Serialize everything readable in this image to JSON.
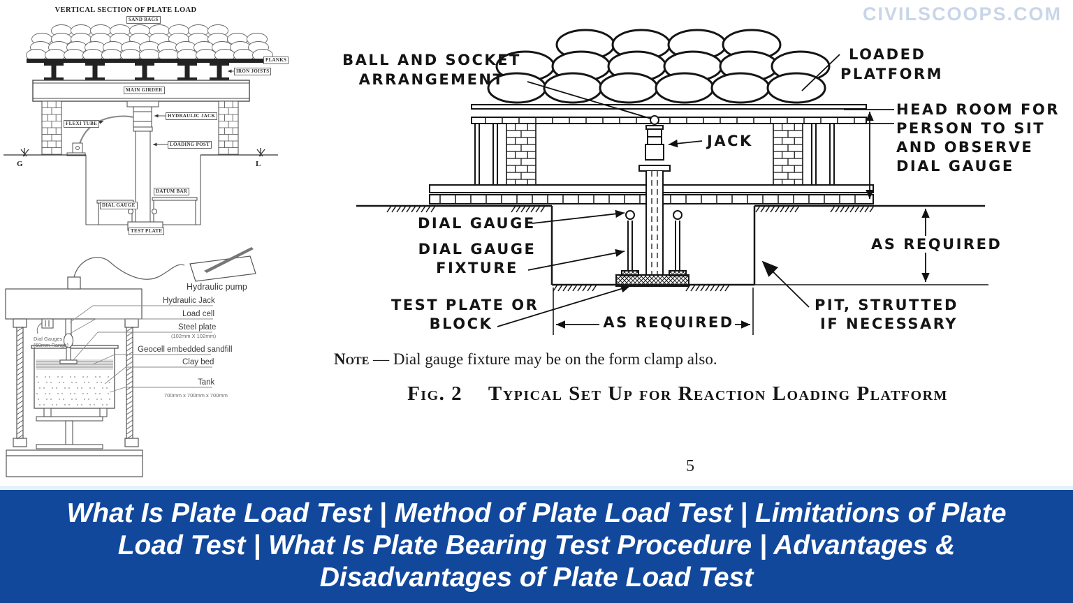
{
  "watermark": {
    "text": "CIVILSCOOPS.COM",
    "color": "#C9D5E8"
  },
  "vertical_section": {
    "title": "VERTICAL SECTION OF PLATE LOAD",
    "labels": {
      "sand_bags": "SAND BAGS",
      "planks": "PLANKS",
      "iron_joists": "IRON JOISTS",
      "main_girder": "MAIN GIRDER",
      "hydraulic_jack": "HYDRAULIC JACK",
      "flexi_tube": "FLEXI TUBE",
      "loading_post": "LOADING POST",
      "datum_bar": "DATUM BAR",
      "dial_gauge": "DIAL GAUGE",
      "test_plate": "TEST PLATE",
      "ground_left": "G",
      "ground_right": "L"
    }
  },
  "lab_setup": {
    "labels": {
      "hydraulic_pump": "Hydraulic pump",
      "hydraulic_jack": "Hydraulic Jack",
      "load_cell": "Load cell",
      "steel_plate": "Steel plate",
      "steel_plate_size": "(102mm X 102mm)",
      "dial_gauges": "Dial Gauges",
      "dial_gauges_range": "(50mm Range)",
      "geocell": "Geocell embedded sandfill",
      "clay_bed": "Clay bed",
      "tank": "Tank",
      "tank_size": "700mm x 700mm x 700mm"
    }
  },
  "fig2": {
    "labels": {
      "ball_socket": [
        "BALL AND SOCKET",
        "ARRANGEMENT"
      ],
      "loaded_platform": [
        "LOADED",
        "PLATFORM"
      ],
      "jack": "JACK",
      "head_room": [
        "HEAD ROOM FOR",
        "PERSON TO SIT",
        "AND OBSERVE",
        "DIAL GAUGE"
      ],
      "dial_gauge": "DIAL GAUGE",
      "dial_gauge_fixture": [
        "DIAL GAUGE",
        "FIXTURE"
      ],
      "test_plate": [
        "TEST PLATE OR",
        "BLOCK"
      ],
      "as_required_h": "AS REQUIRED",
      "as_required_v": "AS REQUIRED",
      "pit": [
        "PIT, STRUTTED",
        "IF NECESSARY"
      ]
    },
    "note": {
      "label": "Note",
      "text": "— Dial gauge fixture may be on the form clamp also."
    },
    "caption": {
      "fig": "Fig. 2",
      "text": "Typical Set Up for Reaction Loading Platform"
    },
    "page_number": "5"
  },
  "banner": {
    "bg_color": "#11489C",
    "text_color": "#FFFFFF",
    "lines": [
      "What Is Plate Load Test | Method of Plate Load Test | Limitations of Plate",
      "Load Test | What Is Plate Bearing Test Procedure | Advantages &",
      "Disadvantages of Plate Load Test"
    ]
  }
}
